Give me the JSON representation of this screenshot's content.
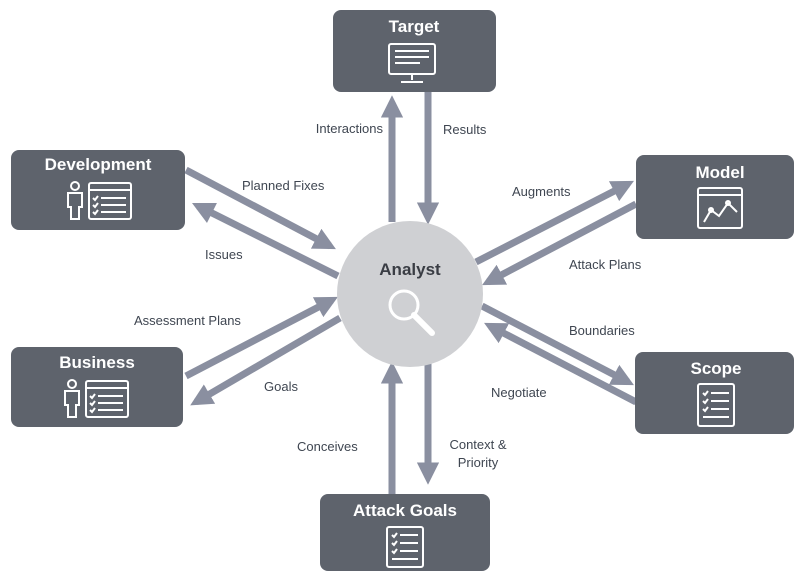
{
  "center": {
    "label": "Analyst",
    "icon": "magnifier-icon"
  },
  "nodes": {
    "target": {
      "label": "Target",
      "icon": "monitor-icon"
    },
    "development": {
      "label": "Development",
      "icon": "person-list-icon"
    },
    "model": {
      "label": "Model",
      "icon": "chart-window-icon"
    },
    "business": {
      "label": "Business",
      "icon": "person-list-icon"
    },
    "scope": {
      "label": "Scope",
      "icon": "checklist-icon"
    },
    "attack_goals": {
      "label": "Attack Goals",
      "icon": "checklist-icon"
    }
  },
  "edges": {
    "interactions": "Interactions",
    "results": "Results",
    "planned_fixes": "Planned Fixes",
    "issues": "Issues",
    "augments": "Augments",
    "attack_plans": "Attack Plans",
    "assessment_plans": "Assessment Plans",
    "goals": "Goals",
    "boundaries": "Boundaries",
    "negotiate": "Negotiate",
    "conceives": "Conceives",
    "context_priority_line1": "Context &",
    "context_priority_line2": "Priority"
  },
  "colors": {
    "box": "#5e636c",
    "arrow": "#8a8fa0",
    "center": "#cfd0d3",
    "label": "#3f4651"
  }
}
